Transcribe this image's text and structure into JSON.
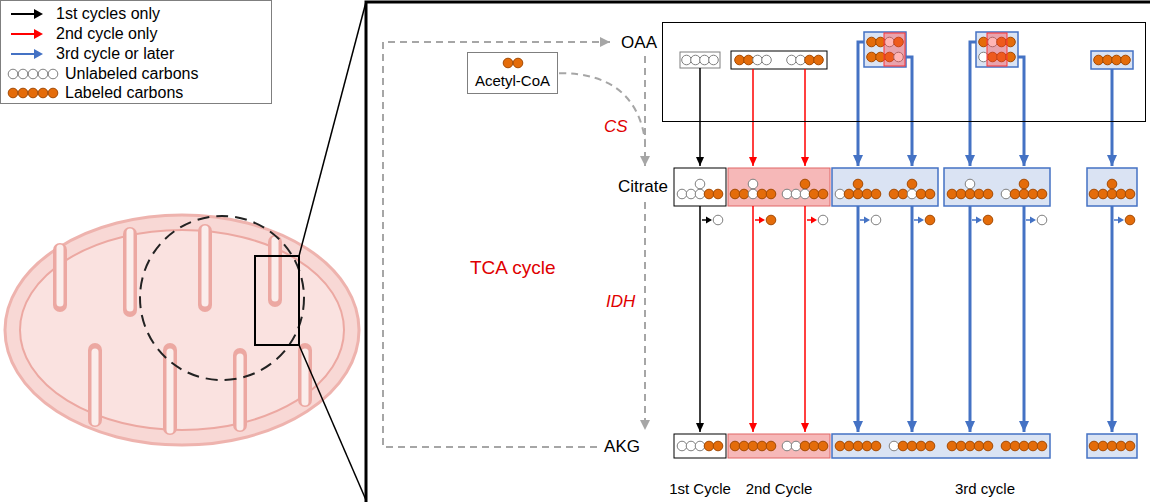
{
  "diagram": {
    "nodes": [
      {
        "text": [
          "OAA"
        ]
      },
      {
        "text": [
          "Acetyl-CoA"
        ]
      }
    ],
    "labels": [
      "CS",
      "Citrate",
      "TCA cycle",
      "IDH",
      "AKG",
      "1st Cycle",
      "2nd Cycle",
      "3rd cycle"
    ],
    "legend": [
      {
        "text": "1st cycles only"
      },
      {
        "text": "2nd cycle only"
      },
      {
        "text": "3rd cycle or later"
      },
      {
        "text": "Unlabeled carbons"
      },
      {
        "text": "Labeled carbons"
      }
    ]
  }
}
